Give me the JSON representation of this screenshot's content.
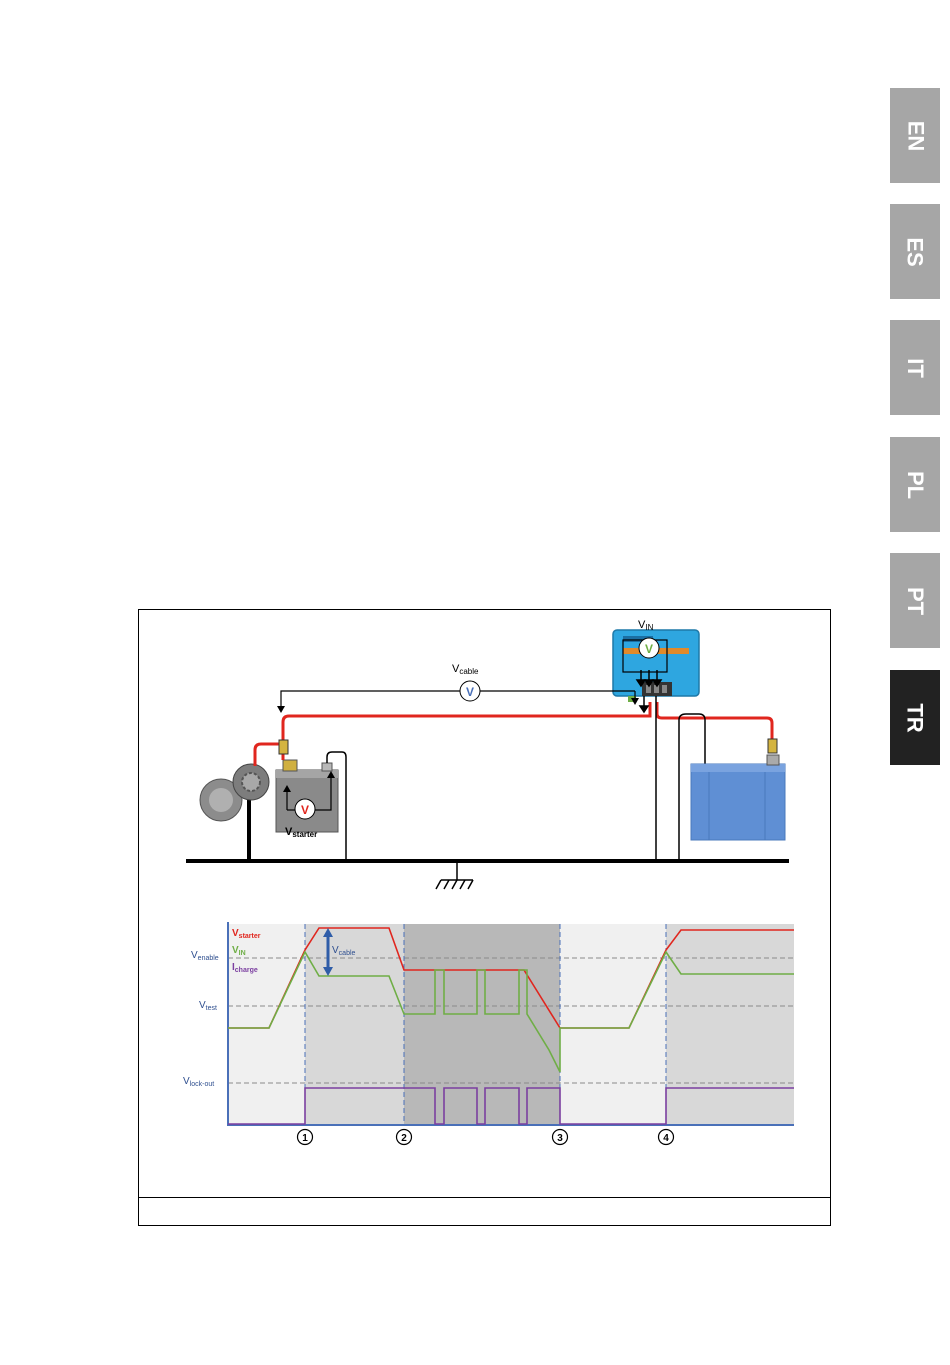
{
  "language_tabs": [
    {
      "label": "EN",
      "active": false
    },
    {
      "label": "ES",
      "active": false
    },
    {
      "label": "IT",
      "active": false
    },
    {
      "label": "PL",
      "active": false
    },
    {
      "label": "PT",
      "active": false
    },
    {
      "label": "TR",
      "active": true
    }
  ],
  "wiring": {
    "vin_main": "V",
    "vin_sub": "IN",
    "vcable_main": "V",
    "vcable_sub": "cable",
    "vstarter_main": "V",
    "vstarter_sub": "starter",
    "meter_symbol": "V"
  },
  "timing": {
    "legend": [
      {
        "main": "V",
        "sub": "starter",
        "color": "#e0261e"
      },
      {
        "main": "V",
        "sub": "IN",
        "color": "#6fae46"
      },
      {
        "main": "I",
        "sub": "charge",
        "color": "#7b3fa0"
      }
    ],
    "levels": {
      "enable_main": "V",
      "enable_sub": "enable",
      "test_main": "V",
      "test_sub": "test",
      "lockout_main": "V",
      "lockout_sub": "lock-out"
    },
    "vcable_main": "V",
    "vcable_sub": "cable",
    "markers": [
      "1",
      "2",
      "3",
      "4"
    ]
  },
  "colors": {
    "starter": "#e0261e",
    "vin": "#6fae46",
    "charge": "#7b3fa0",
    "axis": "#4a70b8",
    "label_blue": "#2f4f8f"
  },
  "caption": ""
}
